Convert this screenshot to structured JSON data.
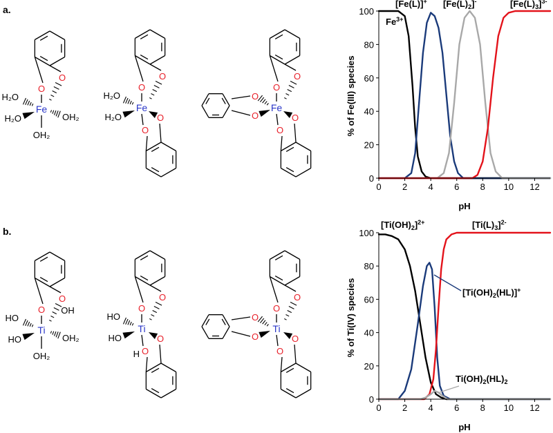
{
  "panels": [
    {
      "label": "a."
    },
    {
      "label": "b."
    }
  ],
  "structures": {
    "fe": {
      "metal": "Fe",
      "s1": {
        "ligands": {
          "l1": "H₂O",
          "l2": "H₂O",
          "r1": "OH₂",
          "b1": "OH₂"
        }
      },
      "s2": {
        "ligands": {
          "l1": "H₂O",
          "l2": "H₂O"
        }
      }
    },
    "ti": {
      "metal": "Ti",
      "s1": {
        "ligands": {
          "l1": "HO",
          "l2": "HO",
          "r1": "OH₂",
          "b1": "OH₂",
          "top_oh": "OH"
        }
      },
      "s2": {
        "ligands": {
          "l1": "HO",
          "l2": "HO",
          "b1": "H"
        }
      }
    },
    "atom_O": "O",
    "colors": {
      "oxygen": "#e8202a",
      "metal": "#2a36c8",
      "bond": "#000000"
    }
  },
  "chart_data": [
    {
      "type": "line",
      "xlabel": "pH",
      "ylabel": "% of Fe(III) species",
      "xlim": [
        0,
        13.2
      ],
      "ylim": [
        0,
        100
      ],
      "xticks": [
        0,
        2,
        4,
        6,
        8,
        10,
        12
      ],
      "yticks": [
        0,
        20,
        40,
        60,
        80,
        100
      ],
      "grid": false,
      "series": [
        {
          "name": "Fe³⁺",
          "color": "#000000",
          "x": [
            0,
            1.5,
            2.0,
            2.3,
            2.6,
            2.8,
            3.0,
            3.3,
            3.6,
            4.0,
            13.2
          ],
          "y": [
            100,
            100,
            97,
            85,
            55,
            30,
            13,
            4,
            1,
            0,
            0
          ]
        },
        {
          "name": "[Fe(L)]⁺",
          "color": "#1a3a7a",
          "x": [
            0,
            2.0,
            2.5,
            2.8,
            3.1,
            3.4,
            3.7,
            4.0,
            4.3,
            4.6,
            4.9,
            5.2,
            5.5,
            5.8,
            6.1,
            6.5,
            13.2
          ],
          "y": [
            0,
            0,
            3,
            15,
            45,
            75,
            93,
            99,
            97,
            90,
            75,
            50,
            25,
            10,
            3,
            0,
            0
          ]
        },
        {
          "name": "[Fe(L)₂]⁻",
          "color": "#a8a8a8",
          "x": [
            0,
            4.5,
            5.0,
            5.4,
            5.8,
            6.2,
            6.6,
            7.0,
            7.4,
            7.8,
            8.2,
            8.6,
            9.0,
            9.5,
            13.2
          ],
          "y": [
            0,
            0,
            3,
            15,
            45,
            80,
            96,
            100,
            96,
            80,
            45,
            15,
            4,
            0,
            0
          ]
        },
        {
          "name": "[Fe(L)₃]³⁻",
          "color": "#e3121a",
          "x": [
            0,
            7.2,
            7.6,
            8.0,
            8.4,
            8.8,
            9.2,
            9.6,
            10.0,
            10.5,
            13.2
          ],
          "y": [
            0,
            0,
            2,
            10,
            30,
            60,
            85,
            96,
            99,
            100,
            100
          ]
        }
      ]
    },
    {
      "type": "line",
      "xlabel": "pH",
      "ylabel": "% of Ti(IV) species",
      "xlim": [
        0,
        13.2
      ],
      "ylim": [
        0,
        100
      ],
      "xticks": [
        0,
        2,
        4,
        6,
        8,
        10,
        12
      ],
      "yticks": [
        0,
        20,
        40,
        60,
        80,
        100
      ],
      "grid": false,
      "series": [
        {
          "name": "[Ti(OH)₂]²⁺",
          "color": "#000000",
          "x": [
            0,
            0.5,
            1.0,
            1.5,
            2.0,
            2.4,
            2.8,
            3.2,
            3.6,
            4.0,
            4.4,
            4.8,
            5.2,
            13.2
          ],
          "y": [
            99,
            99,
            98,
            96,
            90,
            80,
            65,
            45,
            25,
            10,
            3,
            1,
            0,
            0
          ]
        },
        {
          "name": "[Ti(OH)₂(HL)]⁺",
          "color": "#1a3a7a",
          "x": [
            0,
            1.5,
            2.0,
            2.5,
            3.0,
            3.4,
            3.7,
            3.9,
            4.1,
            4.3,
            4.5,
            4.7,
            5.0,
            5.5,
            13.2
          ],
          "y": [
            0,
            0,
            5,
            18,
            45,
            68,
            80,
            82,
            78,
            55,
            25,
            8,
            2,
            0,
            0
          ]
        },
        {
          "name": "[Ti(L)₃]²⁻",
          "color": "#e3121a",
          "x": [
            0,
            3.5,
            3.9,
            4.2,
            4.4,
            4.6,
            4.8,
            5.0,
            5.2,
            5.6,
            6.0,
            13.2
          ],
          "y": [
            0,
            0,
            3,
            12,
            30,
            55,
            78,
            90,
            96,
            99,
            100,
            100
          ]
        },
        {
          "name": "Ti(OH)₂(HL)₂",
          "color": "#a8a8a8",
          "x": [
            0,
            3.2,
            3.6,
            4.0,
            4.3,
            4.6,
            4.9,
            5.3,
            13.2
          ],
          "y": [
            0,
            0,
            1,
            3,
            5,
            4,
            2,
            0,
            0
          ]
        }
      ]
    }
  ]
}
